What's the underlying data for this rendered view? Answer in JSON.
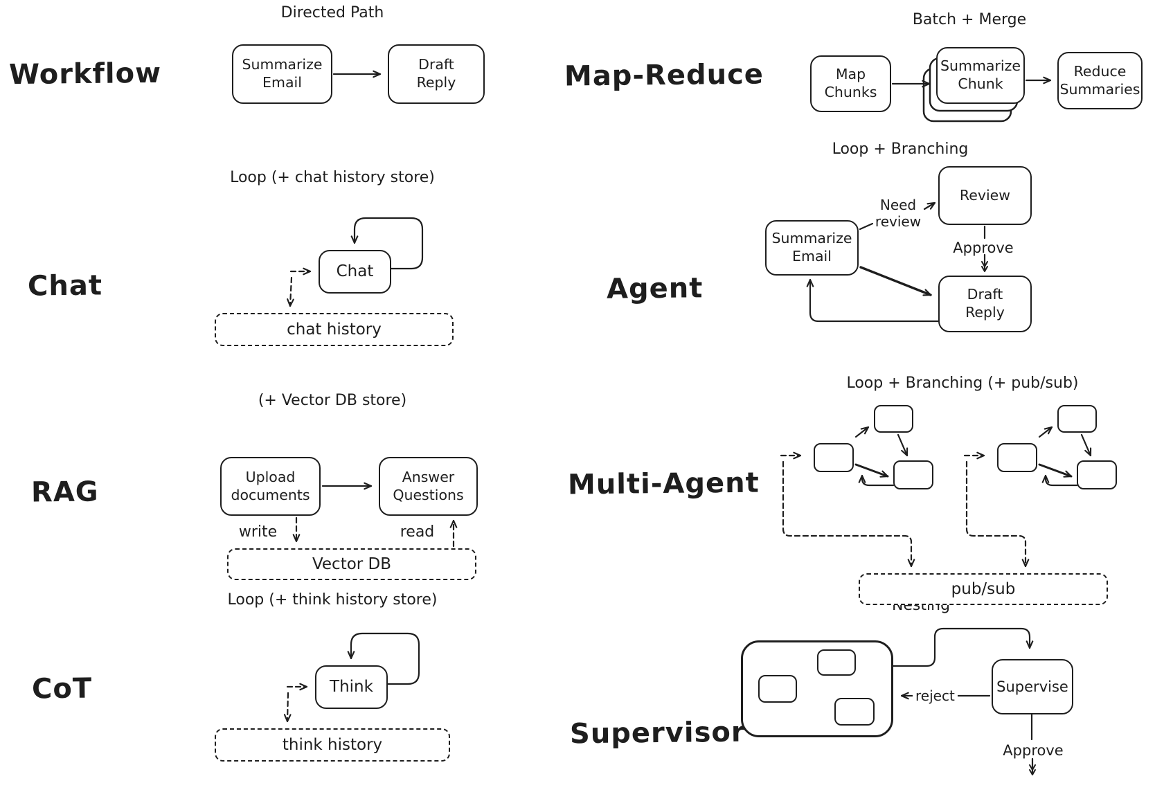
{
  "colors": {
    "ink": "#1e1e1e",
    "background": "#ffffff"
  },
  "diagrams": {
    "workflow": {
      "label": "Workflow",
      "title": "Directed Path",
      "nodes": {
        "a": "Summarize\nEmail",
        "b": "Draft\nReply"
      }
    },
    "chat": {
      "label": "Chat",
      "title": "Loop (+ chat history store)",
      "nodes": {
        "chat": "Chat",
        "store": "chat history"
      }
    },
    "rag": {
      "label": "RAG",
      "title": "(+ Vector DB store)",
      "nodes": {
        "upload": "Upload\ndocuments",
        "answer": "Answer\nQuestions",
        "store": "Vector DB"
      },
      "edges": {
        "write": "write",
        "read": "read"
      }
    },
    "cot": {
      "label": "CoT",
      "title": "Loop (+ think history store)",
      "nodes": {
        "think": "Think",
        "store": "think history"
      }
    },
    "mapreduce": {
      "label": "Map-Reduce",
      "title": "Batch + Merge",
      "nodes": {
        "map": "Map\nChunks",
        "summarize": "Summarize\nChunk",
        "reduce": "Reduce\nSummaries"
      }
    },
    "agent": {
      "label": "Agent",
      "title": "Loop + Branching",
      "nodes": {
        "summarize": "Summarize\nEmail",
        "review": "Review",
        "draft": "Draft\nReply"
      },
      "edges": {
        "need_review": "Need\nreview",
        "approve": "Approve"
      }
    },
    "multiagent": {
      "label": "Multi-Agent",
      "title": "Loop + Branching (+ pub/sub)",
      "nodes": {
        "store": "pub/sub"
      }
    },
    "supervisor": {
      "label": "Supervisor",
      "title": "Nesting",
      "nodes": {
        "supervise": "Supervise"
      },
      "edges": {
        "reject": "reject",
        "approve": "Approve"
      }
    }
  }
}
